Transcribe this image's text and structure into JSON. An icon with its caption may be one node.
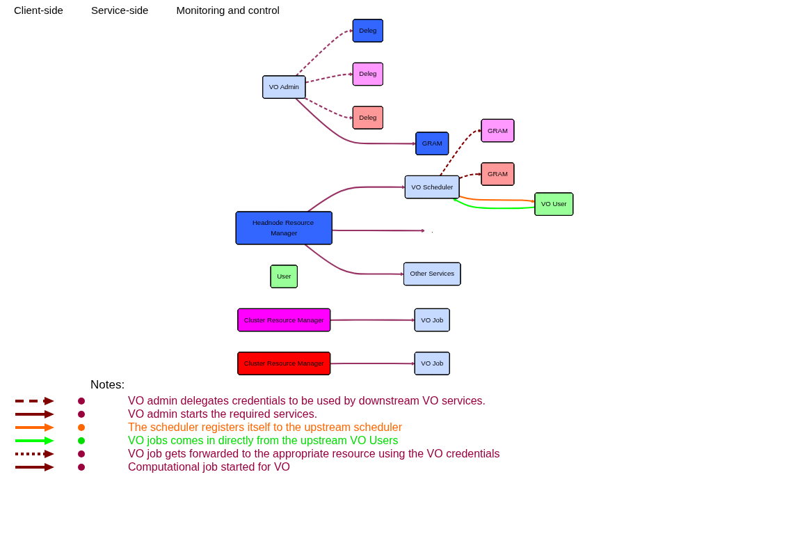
{
  "diagram": {
    "nodes": [
      {
        "text": [
          "VO Admin"
        ]
      },
      {
        "text": [
          "Deleg"
        ]
      },
      {
        "text": [
          "GRAM"
        ]
      },
      {
        "text": [
          "Headnode Resource Manager"
        ]
      },
      {
        "text": [
          "VO User"
        ]
      },
      {
        "text": [
          "User"
        ]
      },
      {
        "text": [
          "VO Scheduler"
        ]
      },
      {
        "text": [
          "."
        ]
      },
      {
        "text": [
          "Other Services"
        ]
      },
      {
        "text": [
          "Deleg"
        ]
      },
      {
        "text": [
          "GRAM"
        ]
      },
      {
        "text": [
          "Cluster Resource Manager"
        ]
      },
      {
        "text": [
          "VO Job"
        ]
      },
      {
        "text": [
          "Deleg"
        ]
      },
      {
        "text": [
          "GRAM"
        ]
      },
      {
        "text": [
          "Cluster Resource Manager"
        ]
      },
      {
        "text": [
          "VO Job"
        ]
      }
    ],
    "edges": [
      {
        "from": 0,
        "to": 1,
        "arrow": "to",
        "style": "dashed"
      },
      {
        "from": 0,
        "to": 2,
        "arrow": "to"
      },
      {
        "from": 0,
        "to": 9,
        "arrow": "to",
        "style": "dashed"
      },
      {
        "from": 0,
        "to": 13,
        "arrow": "to",
        "style": "dashed"
      },
      {
        "from": 3,
        "to": 6,
        "arrow": "to"
      },
      {
        "from": 3,
        "to": 7,
        "arrow": "to"
      },
      {
        "from": 3,
        "to": 8,
        "arrow": "to"
      },
      {
        "from": 6,
        "to": 4,
        "arrow": "to",
        "color": "#ff6600"
      },
      {
        "from": 4,
        "to": 6,
        "arrow": "to",
        "color": "#00ff00"
      },
      {
        "from": 6,
        "to": 10,
        "arrow": "to",
        "style": "dashed",
        "color": "#800000"
      },
      {
        "from": 6,
        "to": 14,
        "arrow": "to",
        "style": "dashed",
        "color": "#800000"
      },
      {
        "from": 11,
        "to": 12,
        "arrow": "to"
      },
      {
        "from": 15,
        "to": 16,
        "arrow": "to"
      }
    ],
    "labels": [
      "Client-side",
      "Service-side",
      "Monitoring and control",
      "Notes:"
    ],
    "legend": [
      {
        "text": "VO admin delegates credentials to be used by downstream VO services."
      },
      {
        "text": "VO admin starts the required services."
      },
      {
        "text": "The scheduler registers itself to the upstream scheduler"
      },
      {
        "text": "VO jobs comes in directly from the upstream VO Users"
      },
      {
        "text": "VO job gets forwarded to the appropriate resource using the VO credentials"
      },
      {
        "text": "Computational job started for VO"
      }
    ]
  }
}
